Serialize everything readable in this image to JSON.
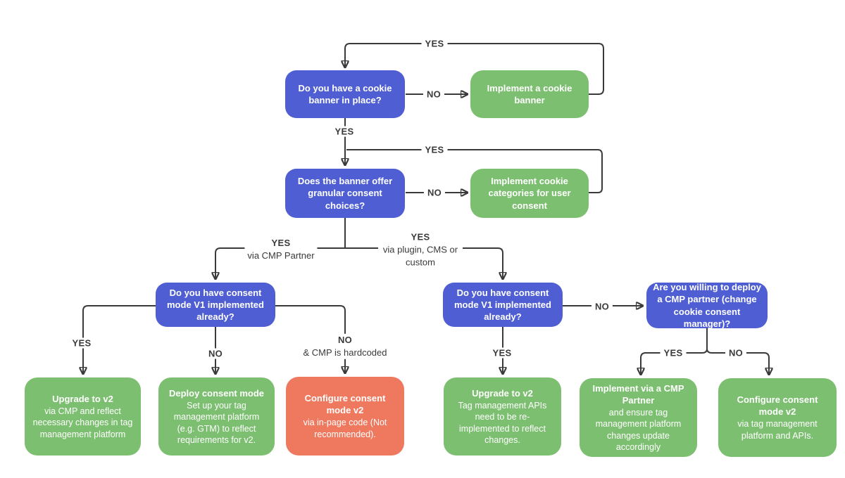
{
  "diagram": {
    "colors": {
      "question_box": "#4f5ed2",
      "action_box": "#7cbf70",
      "warning_box": "#ef795f",
      "line": "#3a3a3a",
      "box_text": "#ffffff"
    },
    "nodes": {
      "q1": {
        "title": "Do you have a cookie banner in place?"
      },
      "a1": {
        "title": "Implement a cookie banner"
      },
      "q2": {
        "title": "Does the banner offer granular consent choices?"
      },
      "a2": {
        "title": "Implement cookie categories for user consent"
      },
      "q3": {
        "title": "Do you have consent mode V1 implemented already?"
      },
      "q4": {
        "title": "Do you have consent mode V1 implemented already?"
      },
      "q5": {
        "title": "Are you willing to deploy a CMP partner (change cookie consent manager)?"
      },
      "r1": {
        "title": "Upgrade to v2",
        "body": "via CMP and reflect necessary changes in tag management platform"
      },
      "r2": {
        "title": "Deploy consent mode",
        "body": "Set up your tag management platform (e.g. GTM) to reflect requirements for v2."
      },
      "r3": {
        "title": "Configure consent mode v2",
        "body": "via in-page code (Not recommended)."
      },
      "r4": {
        "title": "Upgrade to v2",
        "body": "Tag management APIs need to be re-implemented to reflect changes."
      },
      "r5": {
        "title": "Implement via a CMP Partner",
        "body": "and ensure tag management platform changes update accordingly"
      },
      "r6": {
        "title": "Configure consent mode v2",
        "body": "via tag management platform and APIs."
      }
    },
    "labels": {
      "loop1_yes": "YES",
      "q1_no": "NO",
      "q1_yes": "YES",
      "loop2_yes": "YES",
      "q2_no": "NO",
      "q2_yes_left": "YES",
      "q2_yes_left_sub": "via CMP Partner",
      "q2_yes_right": "YES",
      "q2_yes_right_sub": "via plugin, CMS or custom",
      "q3_yes": "YES",
      "q3_no": "NO",
      "q3_no_hardcoded": "NO",
      "q3_no_hardcoded_sub": "& CMP is hardcoded",
      "q4_yes": "YES",
      "q4_no": "NO",
      "q5_yes": "YES",
      "q5_no": "NO"
    }
  }
}
